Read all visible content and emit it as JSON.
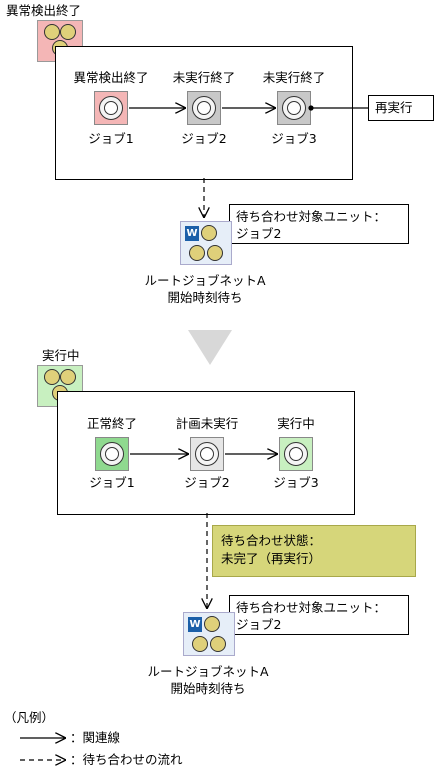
{
  "top": {
    "group_status": "異常検出終了",
    "jobs": [
      {
        "status": "異常検出終了",
        "name": "ジョブ1"
      },
      {
        "status": "未実行終了",
        "name": "ジョブ2"
      },
      {
        "status": "未実行終了",
        "name": "ジョブ3"
      }
    ],
    "rerun_label": "再実行",
    "wait_callout_line1": "待ち合わせ対象ユニット：",
    "wait_callout_line2": "ジョブ2",
    "root_name": "ルートジョブネットA",
    "root_status": "開始時刻待ち"
  },
  "bottom": {
    "group_status": "実行中",
    "jobs": [
      {
        "status": "正常終了",
        "name": "ジョブ1"
      },
      {
        "status": "計画未実行",
        "name": "ジョブ2"
      },
      {
        "status": "実行中",
        "name": "ジョブ3"
      }
    ],
    "wait_state_line1": "待ち合わせ状態：",
    "wait_state_line2": "未完了（再実行）",
    "wait_callout_line1": "待ち合わせ対象ユニット：",
    "wait_callout_line2": "ジョブ2",
    "root_name": "ルートジョブネットA",
    "root_status": "開始時刻待ち"
  },
  "wait_badge": "W",
  "legend": {
    "title": "（凡例）",
    "solid_label": "：関連線",
    "dashed_label": "：待ち合わせの流れ"
  },
  "colors": {
    "error": "#f4b6b6",
    "unexecuted": "#c8c8c8",
    "normal": "#8fd98f",
    "running": "#c8f0c0",
    "planned": "#e6e6e6",
    "note_bg": "#d6d67a",
    "wait_badge": "#1b5fa8"
  }
}
